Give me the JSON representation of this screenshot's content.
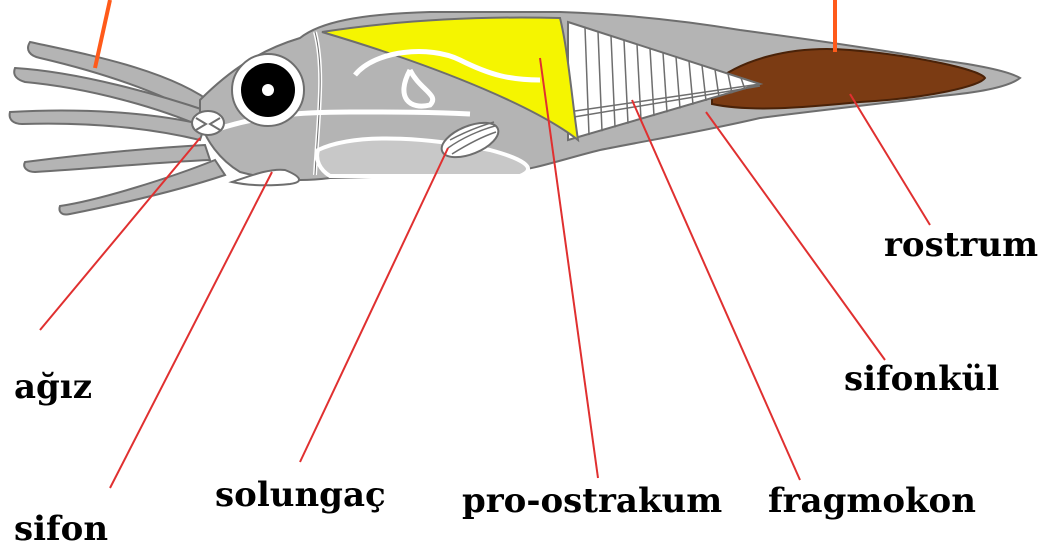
{
  "labels": {
    "agiz": "ağız",
    "sifon": "sifon",
    "solungac": "solungaç",
    "pro_ostrakum": "pro-ostrakum",
    "fragmokon": "fragmokon",
    "sifonkul": "sifonkül",
    "rostrum": "rostrum"
  },
  "colors": {
    "body": "#b4b4b4",
    "outline": "#6e6e6e",
    "pro_ostrakum": "#f5f500",
    "rostrum": "#7b3b13",
    "leader_red": "#e03030",
    "leader_orange": "#ff5a1a",
    "eye": "#000000"
  }
}
